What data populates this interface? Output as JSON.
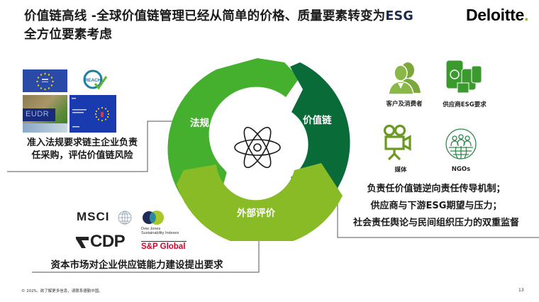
{
  "header": {
    "title_line1": "价值链高线 -全球价值链管理已经从简单的价格、质量要素转变为",
    "title_esg": "ESG",
    "title_line2": "全方位要素考虑",
    "brand": "Deloitte",
    "brand_dot": "."
  },
  "colors": {
    "regulation_segment": "#45b02e",
    "value_chain_segment": "#086b38",
    "external_rating_segment": "#88bb26",
    "brand_green": "#86bc25",
    "eu_blue": "#1a3a9a",
    "icon_green": "#3a9a2e"
  },
  "cycle": {
    "center_icon": "atom-icon",
    "segments": [
      {
        "label": "法规"
      },
      {
        "label": "价值链"
      },
      {
        "label": "外部评价"
      }
    ]
  },
  "regulation": {
    "tiles": [
      {
        "name": "EU flag document"
      },
      {
        "name": "REACH",
        "text": "REACH"
      },
      {
        "name": "EUDR",
        "text": "EUDR"
      },
      {
        "name": "EU regulation document"
      }
    ],
    "caption_line1": "准入法规要求链主企业负责",
    "caption_line2": "任采购，评估价值链风险"
  },
  "value_chain": {
    "stakeholders": [
      {
        "label": "客户及消费者",
        "icon": "people-icon"
      },
      {
        "label": "供应商ESG要求",
        "icon": "storage-barrels-icon"
      },
      {
        "label": "媒体",
        "icon": "video-camera-icon"
      },
      {
        "label": "NGOs",
        "icon": "globe-people-icon"
      }
    ],
    "caption_lines": [
      "负责任价值链逆向责任传导机制；",
      "供应商与下游ESG期望与压力；",
      "社会责任舆论与民间组织压力的双重监督"
    ]
  },
  "external_rating": {
    "logos": {
      "msci": "MSCI",
      "cdp": "CDP",
      "dj_line1": "Dow Jones",
      "dj_line2": "Sustainability Indexes",
      "spg": "S&P Global"
    },
    "caption": "资本市场对企业供应链能力建设提出要求"
  },
  "footer": {
    "copyright": "© 2025。欲了解更多信息，请联系德勤中国。",
    "page": "13"
  }
}
